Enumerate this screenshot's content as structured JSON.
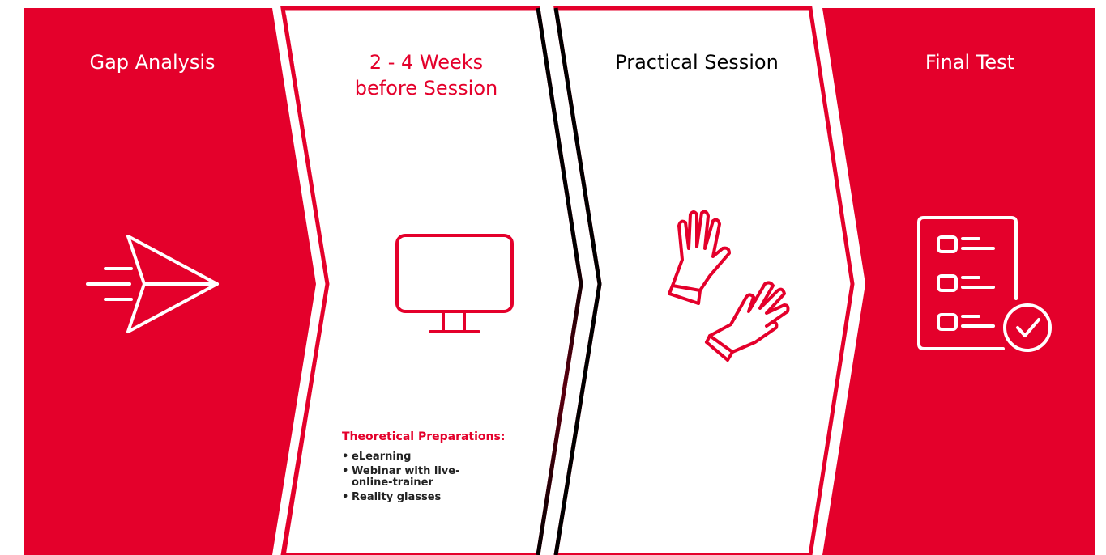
{
  "colors": {
    "accent": "#e4002b",
    "white": "#ffffff",
    "black": "#000000"
  },
  "steps": [
    {
      "title": "Gap Analysis",
      "icon": "paper-plane-icon"
    },
    {
      "title": "2 - 4 Weeks\nbefore Session",
      "icon": "monitor-icon"
    },
    {
      "title": "Practical Session",
      "icon": "gloves-icon"
    },
    {
      "title": "Final Test",
      "icon": "checklist-icon"
    }
  ],
  "preparations": {
    "heading": "Theoretical Preparations:",
    "items": [
      "eLearning",
      "Webinar with live-online-trainer",
      "Reality glasses"
    ]
  }
}
